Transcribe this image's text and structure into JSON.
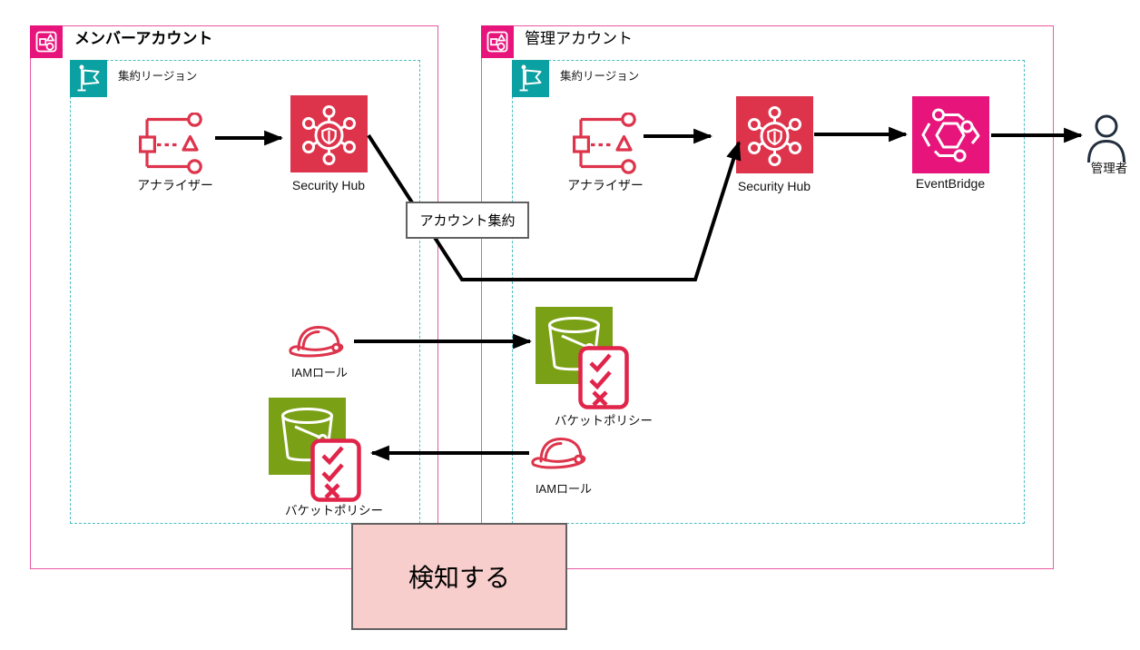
{
  "accounts": {
    "member": {
      "title": "メンバーアカウント",
      "region_label": "集約リージョン"
    },
    "management": {
      "title": "管理アカウント",
      "region_label": "集約リージョン"
    }
  },
  "nodes": {
    "member_analyzer": {
      "label": "アナライザー"
    },
    "member_security_hub": {
      "label": "Security Hub"
    },
    "mgmt_analyzer": {
      "label": "アナライザー"
    },
    "mgmt_security_hub": {
      "label": "Security Hub"
    },
    "eventbridge": {
      "label": "EventBridge"
    },
    "admin": {
      "label": "管理者"
    },
    "member_iam_role": {
      "label": "IAMロール"
    },
    "mgmt_bucket_policy": {
      "label": "バケットポリシー"
    },
    "mgmt_iam_role": {
      "label": "IAMロール"
    },
    "member_bucket_policy": {
      "label": "バケットポリシー"
    }
  },
  "annotations": {
    "account_aggregation": {
      "label": "アカウント集約"
    },
    "detect": {
      "label": "検知する"
    }
  },
  "edges": [
    {
      "from": "member_analyzer",
      "to": "member_security_hub"
    },
    {
      "from": "mgmt_analyzer",
      "to": "mgmt_security_hub"
    },
    {
      "from": "mgmt_security_hub",
      "to": "eventbridge"
    },
    {
      "from": "eventbridge",
      "to": "admin"
    },
    {
      "from": "member_iam_role",
      "to": "mgmt_bucket_policy"
    },
    {
      "from": "mgmt_iam_role",
      "to": "member_bucket_policy"
    },
    {
      "from": "member_security_hub",
      "to": "mgmt_security_hub",
      "label": "アカウント集約"
    }
  ],
  "icons": {
    "account": "organizations-account-icon",
    "region": "region-flag-icon",
    "analyzer": "access-analyzer-icon",
    "security_hub": "security-hub-icon",
    "eventbridge": "eventbridge-icon",
    "iam_role": "iam-role-hat-icon",
    "s3_bucket": "s3-bucket-icon",
    "bucket_policy": "policy-checklist-icon",
    "admin": "person-icon"
  },
  "colors": {
    "account_border_pink": "#E7157B",
    "region_teal": "#00A4A6",
    "region_dash_teal": "#4CBDBF",
    "security_red": "#DD344C",
    "eventbridge_pink": "#E7157B",
    "s3_green": "#7AA116",
    "person_dark": "#232F3E",
    "detect_fill": "#F8CECC",
    "annotation_border": "#616161",
    "arrow": "#000000"
  }
}
